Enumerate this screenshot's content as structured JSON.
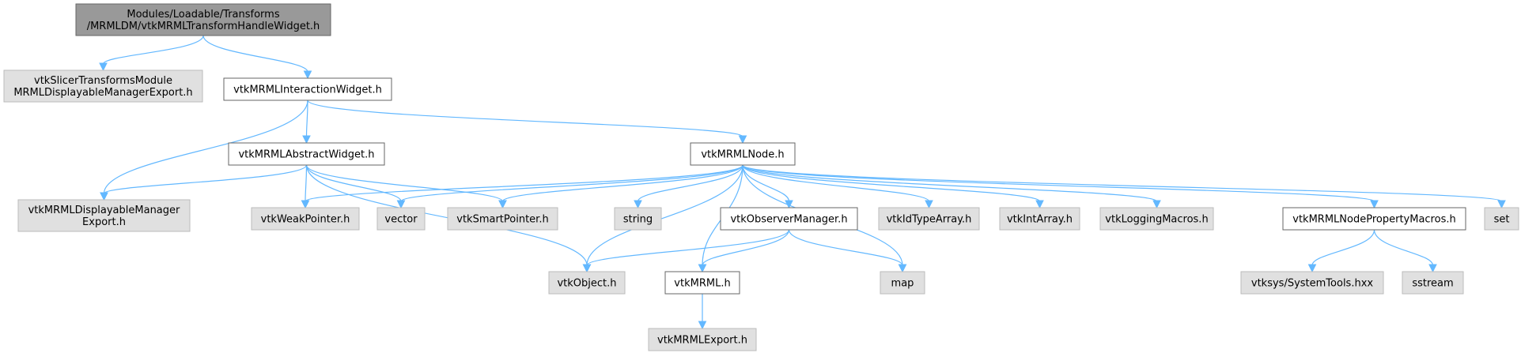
{
  "colors": {
    "edge": "#63b8ff",
    "root_fill": "#999999",
    "local_fill": "#ffffff",
    "system_fill": "#e0e0e0"
  },
  "nodes": [
    {
      "id": "root",
      "kind": "root",
      "lines": [
        "Modules/Loadable/Transforms",
        "/MRMLDM/vtkMRMLTransformHandleWidget.h"
      ]
    },
    {
      "id": "slicerexport",
      "kind": "system",
      "lines": [
        "vtkSlicerTransformsModule",
        "MRMLDisplayableManagerExport.h"
      ]
    },
    {
      "id": "interaction",
      "kind": "local",
      "lines": [
        "vtkMRMLInteractionWidget.h"
      ]
    },
    {
      "id": "abstract",
      "kind": "local",
      "lines": [
        "vtkMRMLAbstractWidget.h"
      ]
    },
    {
      "id": "mrmlnode",
      "kind": "local",
      "lines": [
        "vtkMRMLNode.h"
      ]
    },
    {
      "id": "dmexport",
      "kind": "system",
      "lines": [
        "vtkMRMLDisplayableManager",
        "Export.h"
      ]
    },
    {
      "id": "weakptr",
      "kind": "system",
      "lines": [
        "vtkWeakPointer.h"
      ]
    },
    {
      "id": "vector",
      "kind": "system",
      "lines": [
        "vector"
      ]
    },
    {
      "id": "smartptr",
      "kind": "system",
      "lines": [
        "vtkSmartPointer.h"
      ]
    },
    {
      "id": "string",
      "kind": "system",
      "lines": [
        "string"
      ]
    },
    {
      "id": "observer",
      "kind": "local",
      "lines": [
        "vtkObserverManager.h"
      ]
    },
    {
      "id": "idtype",
      "kind": "system",
      "lines": [
        "vtkIdTypeArray.h"
      ]
    },
    {
      "id": "intarray",
      "kind": "system",
      "lines": [
        "vtkIntArray.h"
      ]
    },
    {
      "id": "logging",
      "kind": "system",
      "lines": [
        "vtkLoggingMacros.h"
      ]
    },
    {
      "id": "propmacros",
      "kind": "local",
      "lines": [
        "vtkMRMLNodePropertyMacros.h"
      ]
    },
    {
      "id": "set",
      "kind": "system",
      "lines": [
        "set"
      ]
    },
    {
      "id": "vtkobject",
      "kind": "system",
      "lines": [
        "vtkObject.h"
      ]
    },
    {
      "id": "vtkmrml",
      "kind": "local",
      "lines": [
        "vtkMRML.h"
      ]
    },
    {
      "id": "map",
      "kind": "system",
      "lines": [
        "map"
      ]
    },
    {
      "id": "systools",
      "kind": "system",
      "lines": [
        "vtksys/SystemTools.hxx"
      ]
    },
    {
      "id": "sstream",
      "kind": "system",
      "lines": [
        "sstream"
      ]
    },
    {
      "id": "mrmlexport",
      "kind": "system",
      "lines": [
        "vtkMRMLExport.h"
      ]
    }
  ],
  "edges": [
    [
      "root",
      "slicerexport"
    ],
    [
      "root",
      "interaction"
    ],
    [
      "interaction",
      "dmexport"
    ],
    [
      "interaction",
      "abstract"
    ],
    [
      "interaction",
      "mrmlnode"
    ],
    [
      "abstract",
      "dmexport"
    ],
    [
      "abstract",
      "weakptr"
    ],
    [
      "abstract",
      "vector"
    ],
    [
      "abstract",
      "smartptr"
    ],
    [
      "abstract",
      "vtkobject"
    ],
    [
      "mrmlnode",
      "weakptr"
    ],
    [
      "mrmlnode",
      "vector"
    ],
    [
      "mrmlnode",
      "smartptr"
    ],
    [
      "mrmlnode",
      "string"
    ],
    [
      "mrmlnode",
      "vtkobject"
    ],
    [
      "mrmlnode",
      "vtkmrml"
    ],
    [
      "mrmlnode",
      "observer"
    ],
    [
      "mrmlnode",
      "idtype"
    ],
    [
      "mrmlnode",
      "map"
    ],
    [
      "mrmlnode",
      "intarray"
    ],
    [
      "mrmlnode",
      "logging"
    ],
    [
      "mrmlnode",
      "propmacros"
    ],
    [
      "mrmlnode",
      "set"
    ],
    [
      "observer",
      "vtkobject"
    ],
    [
      "observer",
      "vtkmrml"
    ],
    [
      "observer",
      "map"
    ],
    [
      "vtkmrml",
      "mrmlexport"
    ],
    [
      "propmacros",
      "systools"
    ],
    [
      "propmacros",
      "sstream"
    ]
  ]
}
